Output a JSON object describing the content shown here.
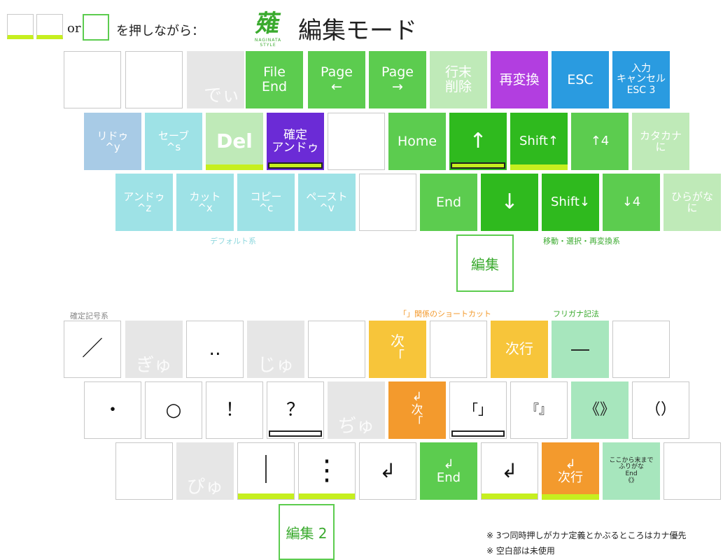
{
  "header": {
    "or_text": "or",
    "press_text": "を押しながら：",
    "logo_text": "NAGINATA STYLE",
    "title": "編集モード"
  },
  "keys": {
    "r1": [
      "",
      "",
      "でぃ",
      "File\nEnd",
      "Page\n←",
      "Page\n→",
      "行末\n削除",
      "再変換",
      "ESC",
      "入力\nキャンセル\nESC 3"
    ],
    "r2": [
      "リドゥ\n^y",
      "セーブ\n^s",
      "Del",
      "確定\nアンドゥ",
      "",
      "Home",
      "↑",
      "Shift↑",
      "↑4",
      "カタカナ\nに"
    ],
    "r3": [
      "アンドゥ\n^z",
      "カット\n^x",
      "コピー\n^c",
      "ペースト\n^v",
      "",
      "End",
      "↓",
      "Shift↓",
      "↓4",
      "ひらがな\nに"
    ],
    "l1": [
      "／",
      "ぎゅ",
      "‥",
      "じゅ",
      "",
      "次\n「",
      "",
      "次行",
      "―",
      ""
    ],
    "l2": [
      "・",
      "○",
      "！",
      "？",
      "ぢゅ",
      "↲\n次\n「",
      "「」",
      "『』",
      "《》",
      "（）"
    ],
    "l3": [
      "",
      "ぴゅ",
      "｜",
      "⋮",
      "↲",
      "↲\nEnd",
      "↲",
      "↲\n次行",
      "ここから末まで\nふりがな\nEnd\n《》",
      ""
    ]
  },
  "captions": {
    "default_group": "デフォルト系",
    "move_group": "移動・選択・再変換系",
    "symbol_group": "確定記号系",
    "bracket_group": "「」関係のショートカット",
    "furigana_group": "フリガナ記法"
  },
  "edit_keys": {
    "edit1": "編集",
    "edit2": "編集 2"
  },
  "notes": [
    "※ 3つ同時押しがカナ定義とかぶるところはカナ優先",
    "※ 空白部は未使用"
  ],
  "colors": {
    "green": "#5ccc4f",
    "dark_green": "#2fba1e",
    "light_green": "#bfeab8",
    "purple": "#b23ee0",
    "deep_purple": "#6b2bd6",
    "blue": "#2a9be0",
    "cyan": "#9ee2e6",
    "orange": "#f39a2d",
    "yellow": "#f7c53a",
    "lime_bar": "#c6ef1f"
  }
}
